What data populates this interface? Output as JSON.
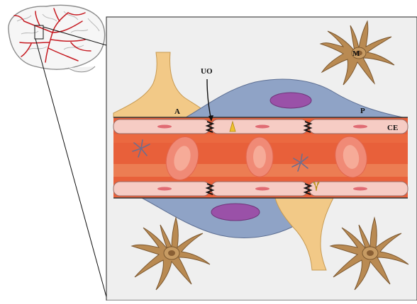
{
  "labels": {
    "astrocyte": "A",
    "tight_junction": "UO",
    "pericyte": "P",
    "microglia": "M",
    "endothelial_cell": "CE"
  },
  "colors": {
    "panel_bg": "#efefef",
    "astrocyte": "#f2c987",
    "pericyte": "#8fa3c6",
    "pericyte_nucleus": "#9a51a8",
    "vessel_lumen": "#e8603a",
    "endothelium": "#f6ccc4",
    "red_blood_cell": "#f08a76",
    "microglia": "#b98a52",
    "brain_vessels": "#c61b22"
  },
  "icons": [
    "brain-icon",
    "microglia-icon",
    "blood-cell-icon",
    "platelet-icon",
    "tight-junction-icon"
  ]
}
